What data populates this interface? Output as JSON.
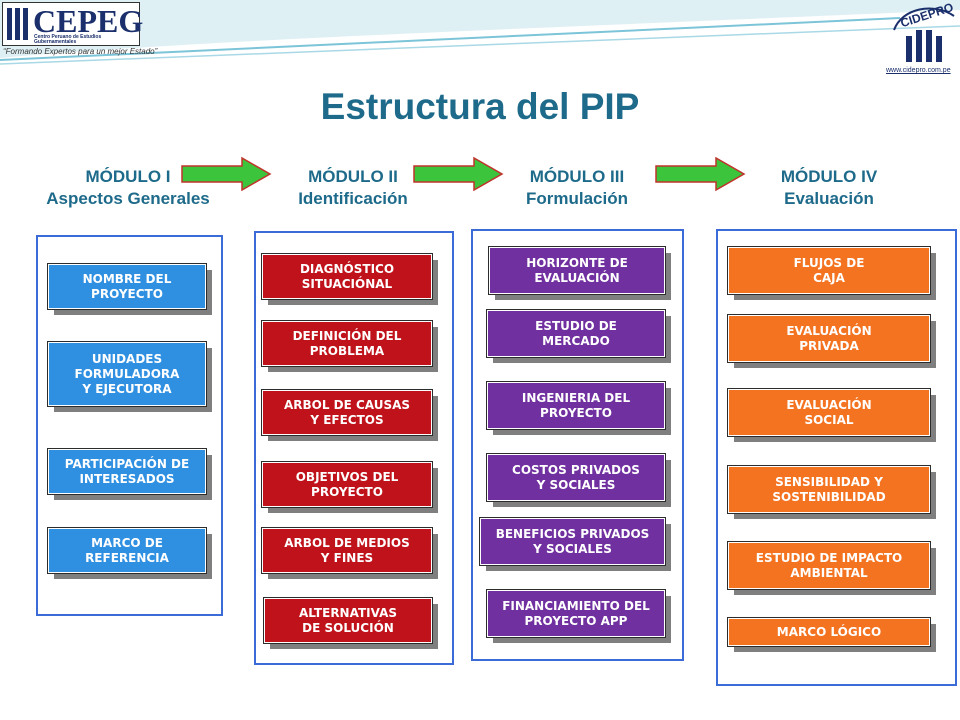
{
  "header": {
    "cepeg_name": "CEPEG",
    "cepeg_subtitle": "Centro Peruano de Estudios Gubernamentales",
    "cepeg_tagline": "“Formando Expertos para un mejor Estado”",
    "cidepro_name": "CIDEPRO",
    "cidepro_url": "www.cidepro.com.pe"
  },
  "title": "Estructura del PIP",
  "colors": {
    "module1": "#2f8fe0",
    "module2": "#c0121a",
    "module3": "#7030a0",
    "module4": "#f47320",
    "arrow": "#3cc43c",
    "heading": "#1e6a8a"
  },
  "modules": [
    {
      "label": "MÓDULO I",
      "name": "Aspectos Generales",
      "items": [
        "NOMBRE DEL\nPROYECTO",
        "UNIDADES\nFORMULADORA\nY EJECUTORA",
        "PARTICIPACIÓN DE\nINTERESADOS",
        "MARCO DE\nREFERENCIA"
      ]
    },
    {
      "label": "MÓDULO II",
      "name": "Identificación",
      "items": [
        "DIAGNÓSTICO\nSITUACIÓNAL",
        "DEFINICIÓN DEL\nPROBLEMA",
        "ARBOL DE CAUSAS\nY EFECTOS",
        "OBJETIVOS DEL\nPROYECTO",
        "ARBOL DE MEDIOS\nY FINES",
        "ALTERNATIVAS\nDE SOLUCIÓN"
      ]
    },
    {
      "label": "MÓDULO III",
      "name": "Formulación",
      "items": [
        "HORIZONTE DE\nEVALUACIÓN",
        "ESTUDIO DE\nMERCADO",
        "INGENIERIA DEL\nPROYECTO",
        "COSTOS PRIVADOS\nY SOCIALES",
        "BENEFICIOS PRIVADOS\nY SOCIALES",
        "FINANCIAMIENTO DEL\nPROYECTO APP"
      ]
    },
    {
      "label": "MÓDULO IV",
      "name": "Evaluación",
      "items": [
        "FLUJOS DE\nCAJA",
        "EVALUACIÓN\nPRIVADA",
        "EVALUACIÓN\nSOCIAL",
        "SENSIBILIDAD Y\nSOSTENIBILIDAD",
        "ESTUDIO DE IMPACTO\nAMBIENTAL",
        "MARCO LÓGICO"
      ]
    }
  ]
}
